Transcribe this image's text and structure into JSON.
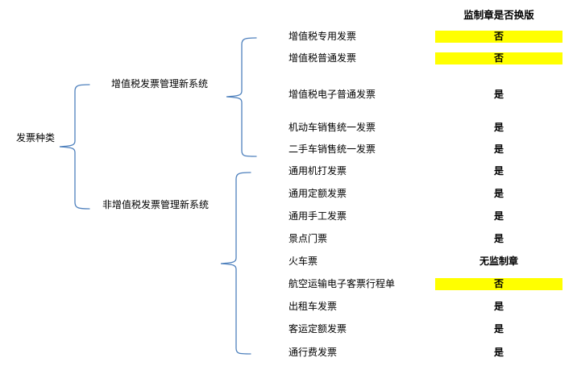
{
  "header": {
    "status_column_title": "监制章是否换版"
  },
  "hierarchy": {
    "root": {
      "label": "发票种类"
    },
    "branches": [
      {
        "label": "增值税发票管理新系统",
        "row_indexes": [
          0,
          1,
          2,
          3,
          4
        ]
      },
      {
        "label": "非增值税发票管理新系统",
        "row_indexes": [
          5,
          6,
          7,
          8,
          9,
          10,
          11,
          12,
          13
        ]
      }
    ]
  },
  "rows": [
    {
      "label": "增值税专用发票",
      "status": "否",
      "highlighted": true
    },
    {
      "label": "增值税普通发票",
      "status": "否",
      "highlighted": true
    },
    {
      "label": "增值税电子普通发票",
      "status": "是",
      "highlighted": false
    },
    {
      "label": "机动车销售统一发票",
      "status": "是",
      "highlighted": false
    },
    {
      "label": "二手车销售统一发票",
      "status": "是",
      "highlighted": false
    },
    {
      "label": "通用机打发票",
      "status": "是",
      "highlighted": false
    },
    {
      "label": "通用定额发票",
      "status": "是",
      "highlighted": false
    },
    {
      "label": "通用手工发票",
      "status": "是",
      "highlighted": false
    },
    {
      "label": "景点门票",
      "status": "是",
      "highlighted": false
    },
    {
      "label": "火车票",
      "status": "无监制章",
      "highlighted": false
    },
    {
      "label": "航空运输电子客票行程单",
      "status": "否",
      "highlighted": true
    },
    {
      "label": "出租车发票",
      "status": "是",
      "highlighted": false
    },
    {
      "label": "客运定额发票",
      "status": "是",
      "highlighted": false
    },
    {
      "label": "通行费发票",
      "status": "是",
      "highlighted": false
    }
  ],
  "colors": {
    "brace_stroke": "#4f81bd",
    "highlight": "#ffff00",
    "text": "#000000",
    "background": "#ffffff"
  }
}
